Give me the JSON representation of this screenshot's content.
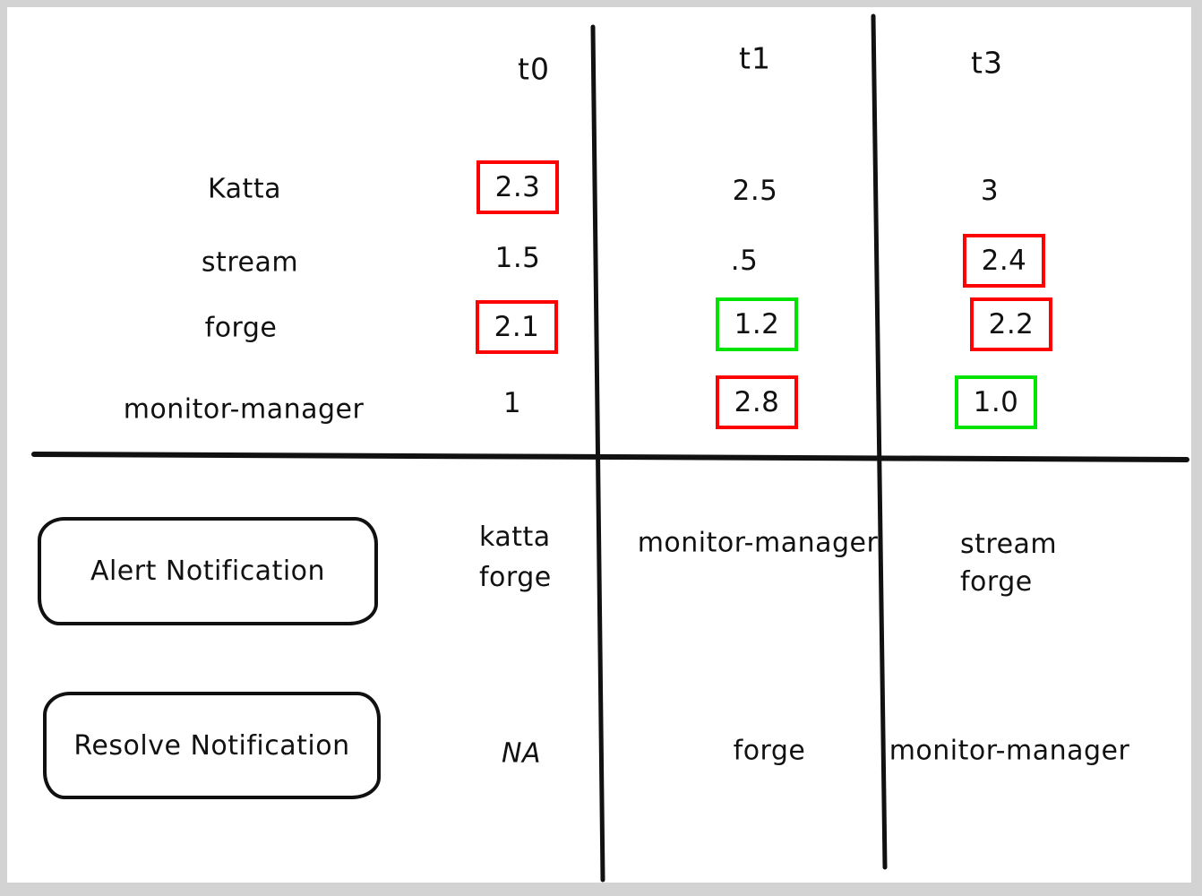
{
  "table": {
    "col_headers": [
      "t0",
      "t1",
      "t3"
    ],
    "rows": [
      {
        "label": "Katta",
        "values": [
          {
            "text": "2.3",
            "box": "red"
          },
          {
            "text": "2.5",
            "box": "none"
          },
          {
            "text": "3",
            "box": "none"
          }
        ]
      },
      {
        "label": "stream",
        "values": [
          {
            "text": "1.5",
            "box": "none"
          },
          {
            "text": ".5",
            "box": "none"
          },
          {
            "text": "2.4",
            "box": "red"
          }
        ]
      },
      {
        "label": "forge",
        "values": [
          {
            "text": "2.1",
            "box": "red"
          },
          {
            "text": "1.2",
            "box": "green"
          },
          {
            "text": "2.2",
            "box": "red"
          }
        ]
      },
      {
        "label": "monitor-manager",
        "values": [
          {
            "text": "1",
            "box": "none"
          },
          {
            "text": "2.8",
            "box": "red"
          },
          {
            "text": "1.0",
            "box": "green"
          }
        ]
      }
    ]
  },
  "notifications": {
    "alert": {
      "label": "Alert Notification",
      "t0_lines": [
        "katta",
        "forge"
      ],
      "t1": "monitor-manager",
      "t3_lines": [
        "stream",
        "forge"
      ]
    },
    "resolve": {
      "label": "Resolve Notification",
      "t0": "NA",
      "t1": "forge",
      "t3": "monitor-manager"
    }
  },
  "colors": {
    "highlight_red": "#fe0000",
    "highlight_green": "#00e400",
    "ink": "#111111",
    "frame": "#d3d3d3"
  }
}
